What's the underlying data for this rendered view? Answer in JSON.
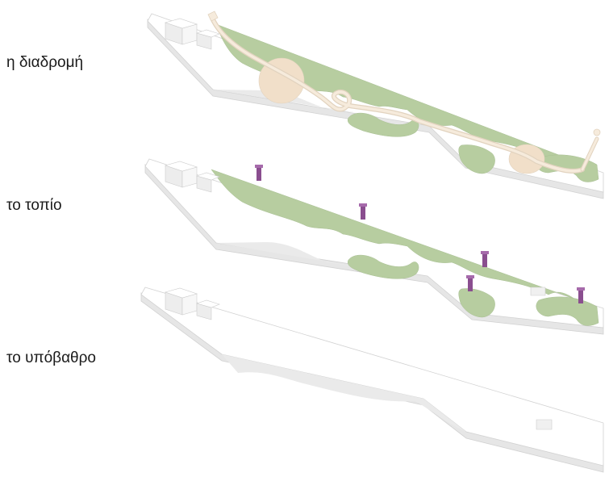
{
  "layers": [
    {
      "label": "η διαδρομή"
    },
    {
      "label": "το τοπίο"
    },
    {
      "label": "το υπόβαθρο"
    }
  ],
  "colors": {
    "slab_top": "#ffffff",
    "slab_edge": "#e6e6e6",
    "slab_outline": "#d2d2d2",
    "topography": "#e9e9e9",
    "vegetation": "#b7cda0",
    "path": "#f6ebdc",
    "path_outline": "#e2d3bf",
    "plaza": "#f1dfc9",
    "marker": "#8a4e8f"
  }
}
